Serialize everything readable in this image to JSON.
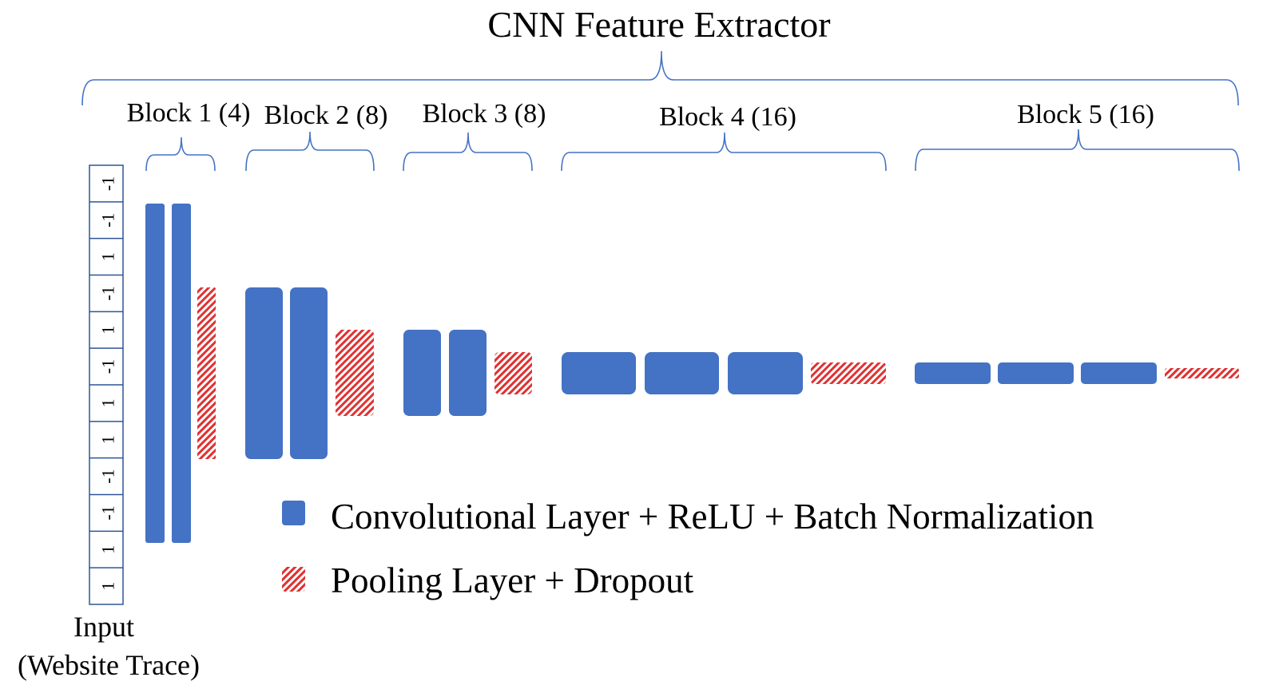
{
  "title": "CNN Feature Extractor",
  "blocks": [
    {
      "label": "Block 1 (4)"
    },
    {
      "label": "Block 2 (8)"
    },
    {
      "label": "Block 3 (8)"
    },
    {
      "label": "Block 4 (16)"
    },
    {
      "label": "Block 5 (16)"
    }
  ],
  "input": {
    "label_line1": "Input",
    "label_line2": "(Website Trace)",
    "values": [
      "-1",
      "-1",
      "1",
      "-1",
      "1",
      "-1",
      "1",
      "1",
      "-1",
      "-1",
      "1",
      "1"
    ]
  },
  "legend": {
    "conv_label": "Convolutional Layer + ReLU + Batch Normalization",
    "pool_label": "Pooling Layer + Dropout"
  },
  "colors": {
    "conv": "#4472C4",
    "pool": "#E03131",
    "brace": "#4472C4",
    "input_border": "#2E5597"
  }
}
